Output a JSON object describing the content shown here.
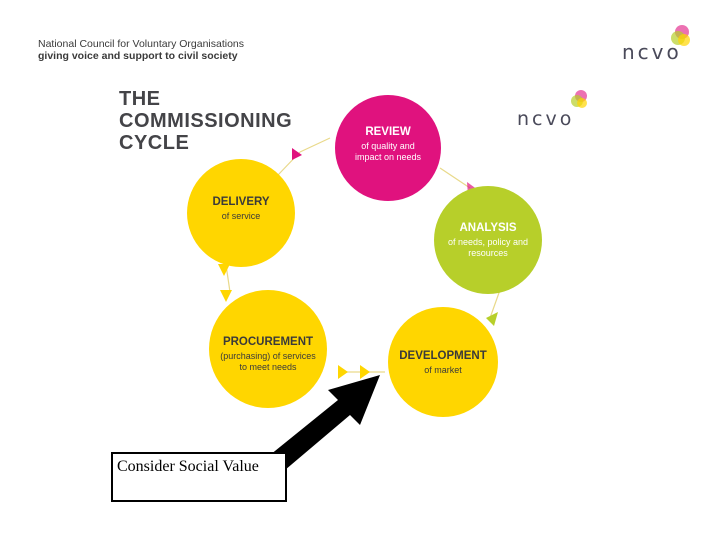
{
  "header": {
    "org_name": "National Council for Voluntary Organisations",
    "tagline": "giving voice and support to civil society",
    "logo_text": "ncvo"
  },
  "title": {
    "line1": "THE",
    "line2": "COMMISSIONING",
    "line3": "CYCLE"
  },
  "inner_logo_text": "ncvo",
  "nodes": {
    "review": {
      "head": "REVIEW",
      "sub": "of quality and impact on needs",
      "color": "#e0127e"
    },
    "analysis": {
      "head": "ANALYSIS",
      "sub": "of needs, policy and resources",
      "color": "#b7cf2a"
    },
    "development": {
      "head": "DEVELOPMENT",
      "sub": "of market",
      "color": "#ffd600"
    },
    "procurement": {
      "head": "PROCUREMENT",
      "sub": "(purchasing) of services to meet needs",
      "color": "#ffd600"
    },
    "delivery": {
      "head": "DELIVERY",
      "sub": "of service",
      "color": "#ffd600"
    }
  },
  "callout": {
    "text": "Consider Social Value"
  },
  "colors": {
    "text_dark": "#444448",
    "arrow": "#000000"
  }
}
